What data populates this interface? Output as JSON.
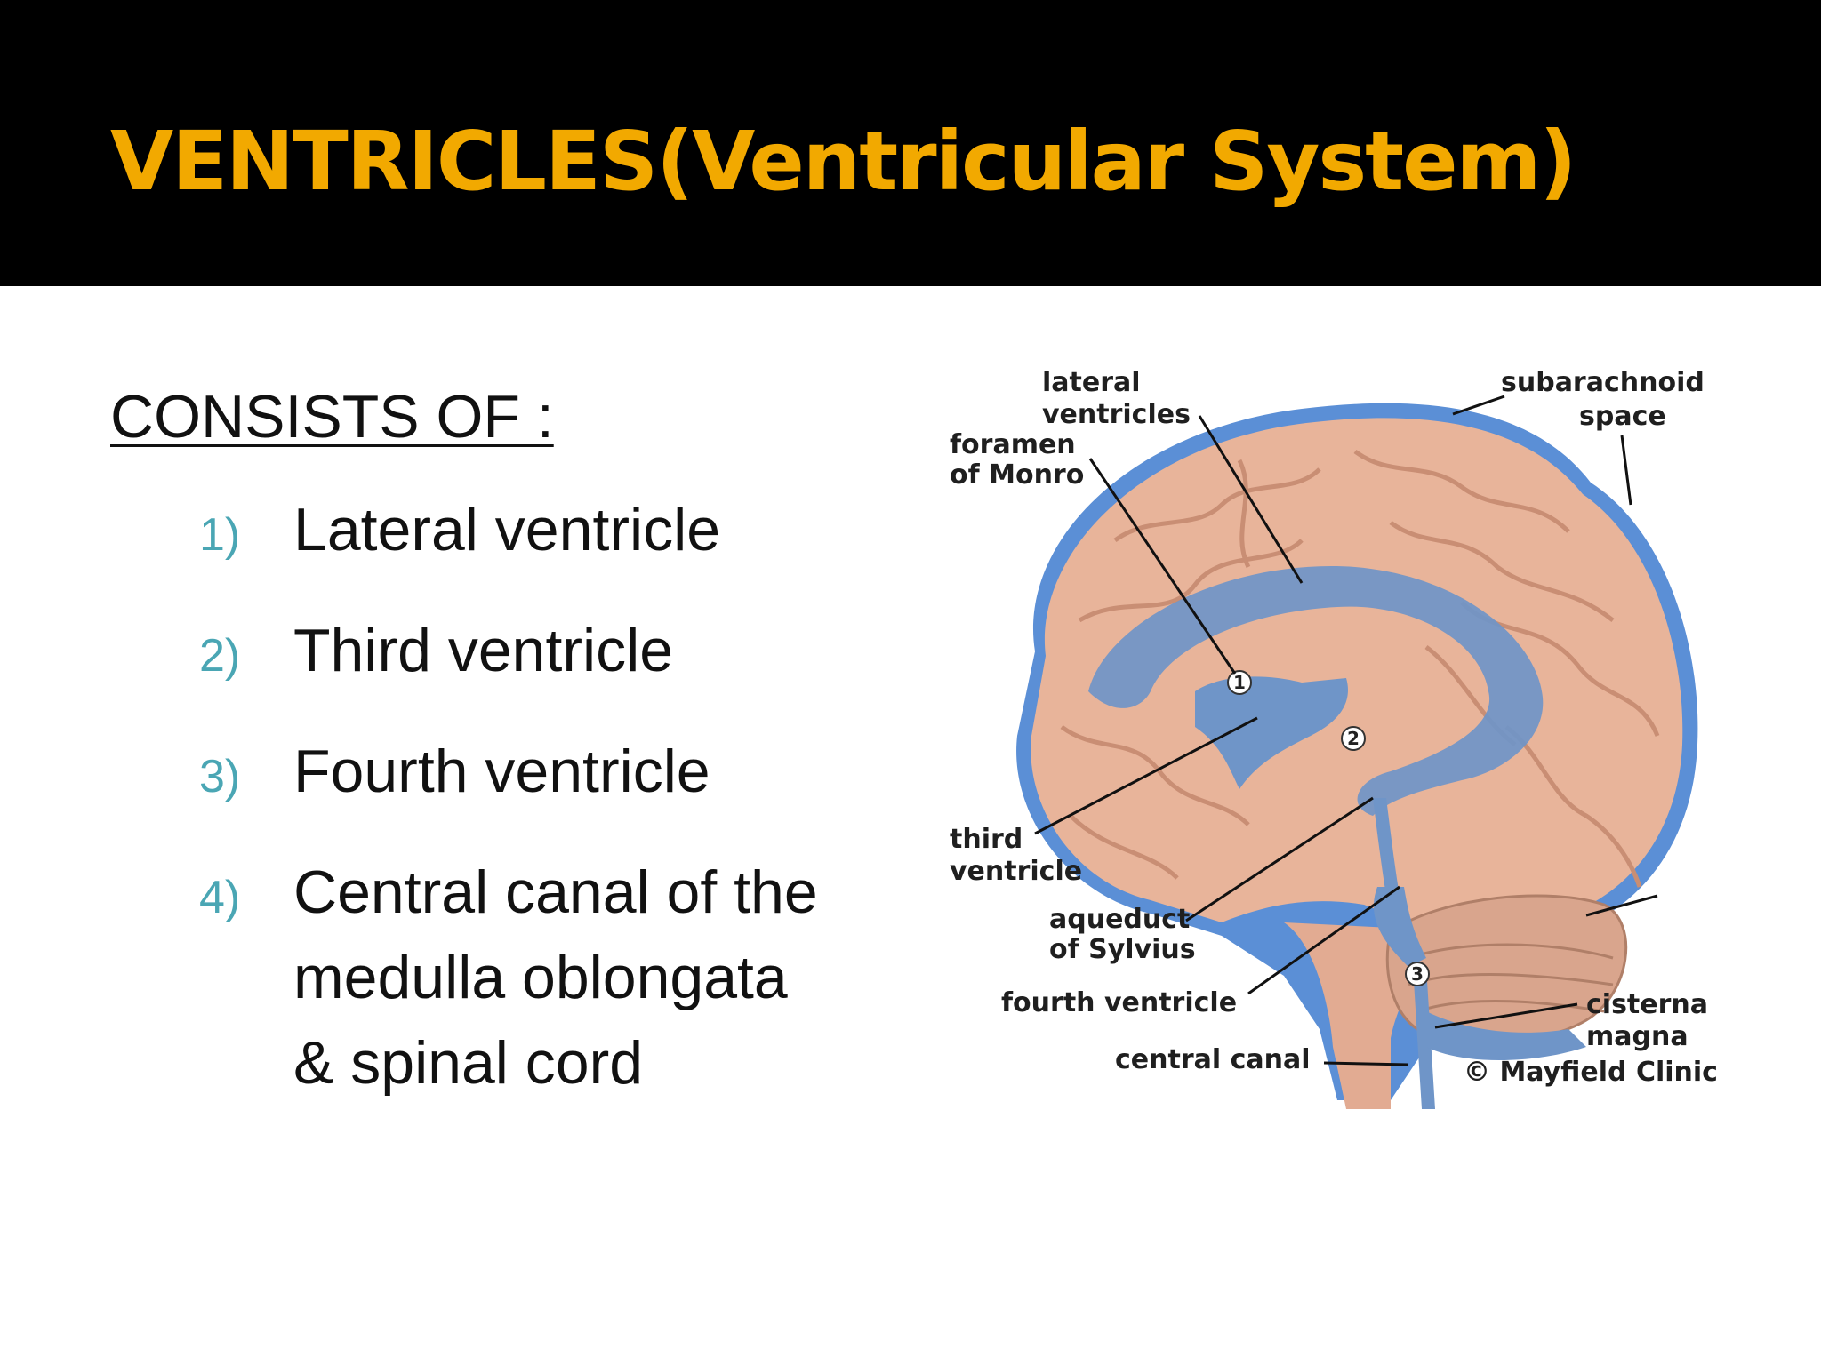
{
  "slide": {
    "title": "VENTRICLES(Ventricular System)",
    "heading": "CONSISTS OF :",
    "items": [
      {
        "num": "1)",
        "text": "Lateral ventricle"
      },
      {
        "num": "2)",
        "text": "Third ventricle"
      },
      {
        "num": "3)",
        "text": "Fourth ventricle"
      },
      {
        "num": "4)",
        "lines": [
          "Central canal of the",
          "medulla oblongata",
          "& spinal cord"
        ]
      }
    ]
  },
  "figure": {
    "labels": {
      "lateral_ventricles": [
        "lateral",
        "ventricles"
      ],
      "foramen_of_monro": [
        "foramen",
        "of Monro"
      ],
      "subarachnoid_space": [
        "subarachnoid",
        "space"
      ],
      "third_ventricle": [
        "third",
        "ventricle"
      ],
      "aqueduct_of_sylvius": [
        "aqueduct",
        "of Sylvius"
      ],
      "fourth_ventricle": "fourth ventricle",
      "central_canal": "central canal",
      "cisterna_magna": [
        "cisterna",
        "magna"
      ],
      "credit": "© Mayfield Clinic"
    },
    "markers": [
      "1",
      "2",
      "3"
    ],
    "colors": {
      "brain": "#e8b49a",
      "brain_shadow": "#d39a80",
      "fluid": "#6f95c8",
      "outline": "#5b8fd6"
    }
  },
  "colors": {
    "title_bar": "#000000",
    "title_text": "#f2a900",
    "list_number": "#4aa6b4"
  }
}
